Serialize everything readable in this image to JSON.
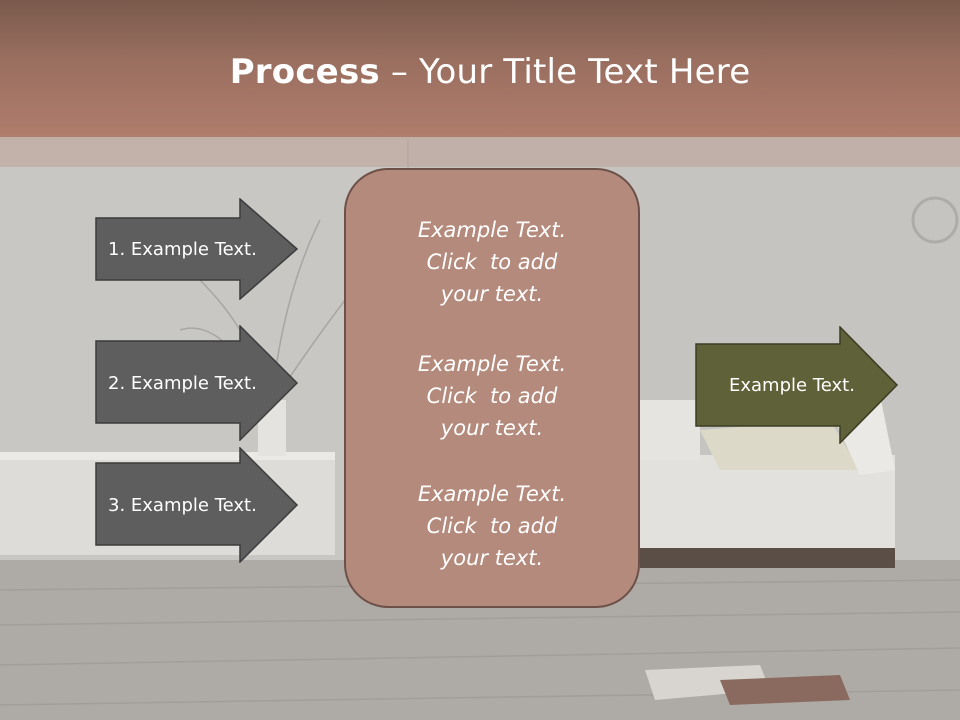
{
  "title": {
    "bold": "Process",
    "rest": " – Your Title Text Here"
  },
  "left_arrows": [
    {
      "label": "1. Example Text."
    },
    {
      "label": "2. Example Text."
    },
    {
      "label": "3. Example Text."
    }
  ],
  "center": {
    "blocks": [
      {
        "line1": "Example Text.",
        "line2": "Click  to add",
        "line3": "your text."
      },
      {
        "line1": "Example Text.",
        "line2": "Click  to add",
        "line3": "your text."
      },
      {
        "line1": "Example Text.",
        "line2": "Click  to add",
        "line3": "your text."
      }
    ]
  },
  "right_arrow": {
    "label": "Example Text."
  },
  "colors": {
    "title_band": "#a87666",
    "center_fill": "#b48a7c",
    "left_arrow_fill": "#5e5e5e",
    "right_arrow_fill": "#5f6138"
  }
}
